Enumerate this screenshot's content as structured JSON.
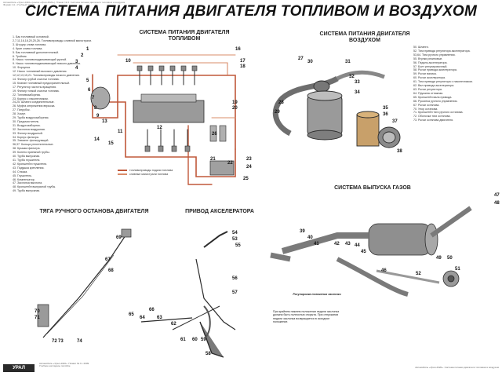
{
  "header": {
    "meta_line1": "Автомобиль «Урал-4320» (шасси «Урал-4320»). Плакат № 6. Система питания двигателя топливом и воздухом",
    "meta_line2": "Формат А1 • Учебный плакат",
    "title": "СИСТЕМА ПИТАНИЯ ДВИГАТЕЛЯ ТОПЛИВОМ И ВОЗДУХОМ"
  },
  "sections": {
    "fuel_title_1": "СИСТЕМА ПИТАНИЯ ДВИГАТЕЛЯ",
    "fuel_title_2": "ТОПЛИВОМ",
    "air_title_1": "СИСТЕМА ПИТАНИЯ ДВИГАТЕЛЯ",
    "air_title_2": "ВОЗДУХОМ",
    "exhaust_title": "СИСТЕМА ВЫПУСКА ГАЗОВ",
    "stop_title": "ТЯГА РУЧНОГО ОСТАНОВА ДВИГАТЕЛЯ",
    "accel_title": "ПРИВОД АКСЕЛЕРАТОРА"
  },
  "fuel_legend": [
    "1. Бак топливный основной.",
    "2,7,11,16,18,20,25,26. Топливопроводы сливной магистрали.",
    "3. Штуцер слива топлива.",
    "4. Кран слива топлива.",
    "5. Бак топливный дополнительный.",
    "6. Тройник.",
    "8. Насос топливоподкачивающий ручной.",
    "9. Насос топливоподкачивающий низкого давления.",
    "10. Форсунка.",
    "12. Насос топливный высокого давления.",
    "12,12,13,15,21. Топливопроводы низкого давления.",
    "14. Фильтр грубой очистки топлива.",
    "15. Клапан топливный предохранительный.",
    "17. Регулятор частоты вращения.",
    "19. Фильтр тонкой очистки топлива.",
    "22. Топливозаборник.",
    "23. Корпус с наконечником.",
    "24,25. Шланги соединительные.",
    "26. Муфта опережения впрыска.",
    "27. Патрубок.",
    "28. Хомут.",
    "29. Труба воздухозаборная.",
    "30. Предочиститель.",
    "31. Воздухозаборник.",
    "32. Заслонка воздушная.",
    "33. Фильтр воздушный.",
    "34. Корпус фильтра.",
    "35. Элемент фильтрующий.",
    "36,37. Кольца уплотнительные.",
    "38. Крышка фильтра.",
    "39. Колено приемной трубы.",
    "40. Труба выпускная.",
    "41. Труба глушителя.",
    "42. Кронштейн глушителя.",
    "43. Подушка крепления.",
    "44. Стяжка.",
    "45. Глушитель.",
    "46. Компенсатор.",
    "47. Заслонка выхлопа.",
    "48. Кронштейн выпускной трубы.",
    "49. Труба выпускная."
  ],
  "air_legend": [
    "50. Шланги.",
    "52. Тяга привода регулятора акселератора.",
    "53,64. Тяга ручного управления.",
    "55. Втулки резиновые.",
    "56. Педаль акселератора.",
    "57. Болт регулировочный.",
    "58. Рычаг привода акселератора.",
    "59. Рычаг валика.",
    "60. Рычаг акселератора.",
    "61. Тяга привода регулятора с наконечником.",
    "62. Вал привода акселератора.",
    "63. Рычаг регулятора.",
    "64. Пружина оттяжная.",
    "65. Кронштейн вала привода.",
    "66. Рукоятка ручного управления.",
    "67. Рычаг останова.",
    "70. Упор останова.",
    "71. Кронштейн тяги ручного останова.",
    "72. Оболочка тяги останова.",
    "73. Рычаг останова двигателя."
  ],
  "fuel_callouts": [
    "1",
    "2",
    "3",
    "4",
    "5",
    "6",
    "7",
    "8",
    "9",
    "10",
    "11",
    "12",
    "13",
    "14",
    "15",
    "16",
    "17",
    "18",
    "19",
    "20",
    "21",
    "22",
    "23",
    "24",
    "25",
    "26"
  ],
  "air_callouts": [
    "27",
    "28",
    "29",
    "30",
    "31",
    "32",
    "33",
    "34",
    "35",
    "36",
    "37",
    "38"
  ],
  "exhaust_callouts": [
    "39",
    "40",
    "41",
    "42",
    "43",
    "44",
    "45",
    "46",
    "47",
    "48",
    "49",
    "50",
    "51",
    "52"
  ],
  "stop_callouts": [
    "67",
    "68",
    "69",
    "70",
    "71",
    "72",
    "73",
    "74"
  ],
  "accel_callouts": [
    "53",
    "54",
    "55",
    "56",
    "57",
    "58",
    "59",
    "60",
    "61",
    "62",
    "63",
    "64",
    "65",
    "66"
  ],
  "fuel_line_legend": {
    "supply": "топливопроводы подачи топлива",
    "return": "сливные магистрали топлива"
  },
  "exhaust_notes": {
    "damper": "Регулировка положения заслонки",
    "instruction": "При крайнем нижнем положении педали заслонка должна быть полностью открыта. При отпускании педали заслонка возвращается в исходное положение."
  },
  "footer": {
    "left_line1": "Автомобиль «Урал-4320». Плакат № 6 • 2009",
    "left_line2": "Учебное наглядное пособие",
    "brand": "УРАЛ",
    "right": "Автомобиль «Урал-4320». Система питания двигателя топливом и воздухом"
  },
  "colors": {
    "fuel_supply": "#c0583a",
    "fuel_return": "#d98c6a",
    "line_art": "#2b2b2b",
    "fill_gray": "#8a8a8a"
  }
}
